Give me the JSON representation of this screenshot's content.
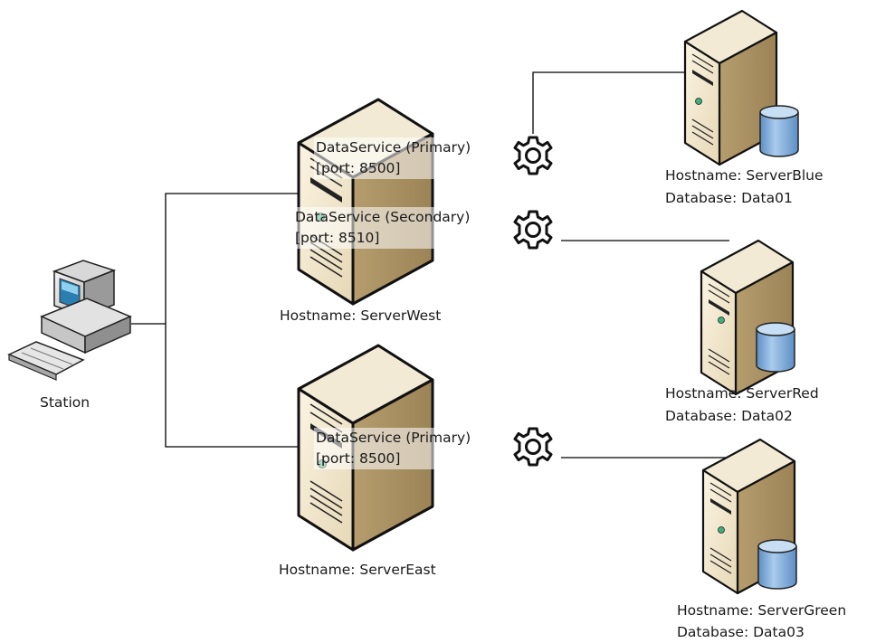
{
  "station": {
    "label": "Station"
  },
  "servers": {
    "west": {
      "hostname": "Hostname: ServerWest"
    },
    "east": {
      "hostname": "Hostname: ServerEast"
    }
  },
  "services": [
    {
      "name": "DataService (Primary)",
      "port": "[port: 8500]"
    },
    {
      "name": "DataService (Secondary)",
      "port": "[port: 8510]"
    },
    {
      "name": "DataService (Primary)",
      "port": "[port: 8500]"
    }
  ],
  "db_servers": [
    {
      "hostname": "Hostname: ServerBlue",
      "database": "Database: Data01"
    },
    {
      "hostname": "Hostname: ServerRed",
      "database": "Database: Data02"
    },
    {
      "hostname": "Hostname: ServerGreen",
      "database": "Database: Data03"
    }
  ]
}
